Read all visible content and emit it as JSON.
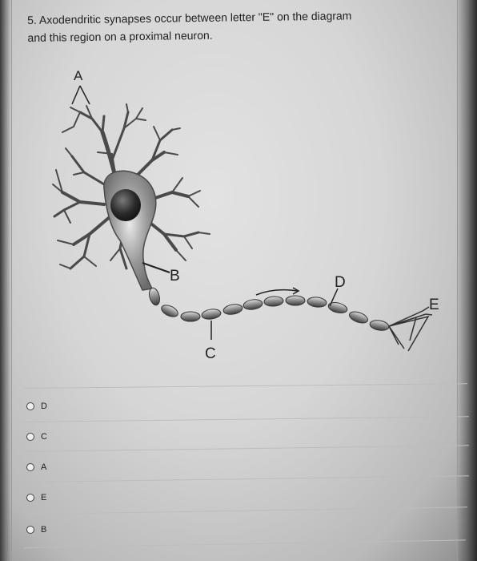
{
  "question": {
    "line1": "5. Axodendritic synapses occur between letter \"E\" on the diagram",
    "line2": "and this region on a proximal neuron."
  },
  "diagram": {
    "labels": {
      "a": "A",
      "b": "B",
      "c": "C",
      "d": "D",
      "e": "E"
    }
  },
  "choices": [
    {
      "label": "D"
    },
    {
      "label": "C"
    },
    {
      "label": "A"
    },
    {
      "label": "E"
    },
    {
      "label": "B"
    }
  ]
}
